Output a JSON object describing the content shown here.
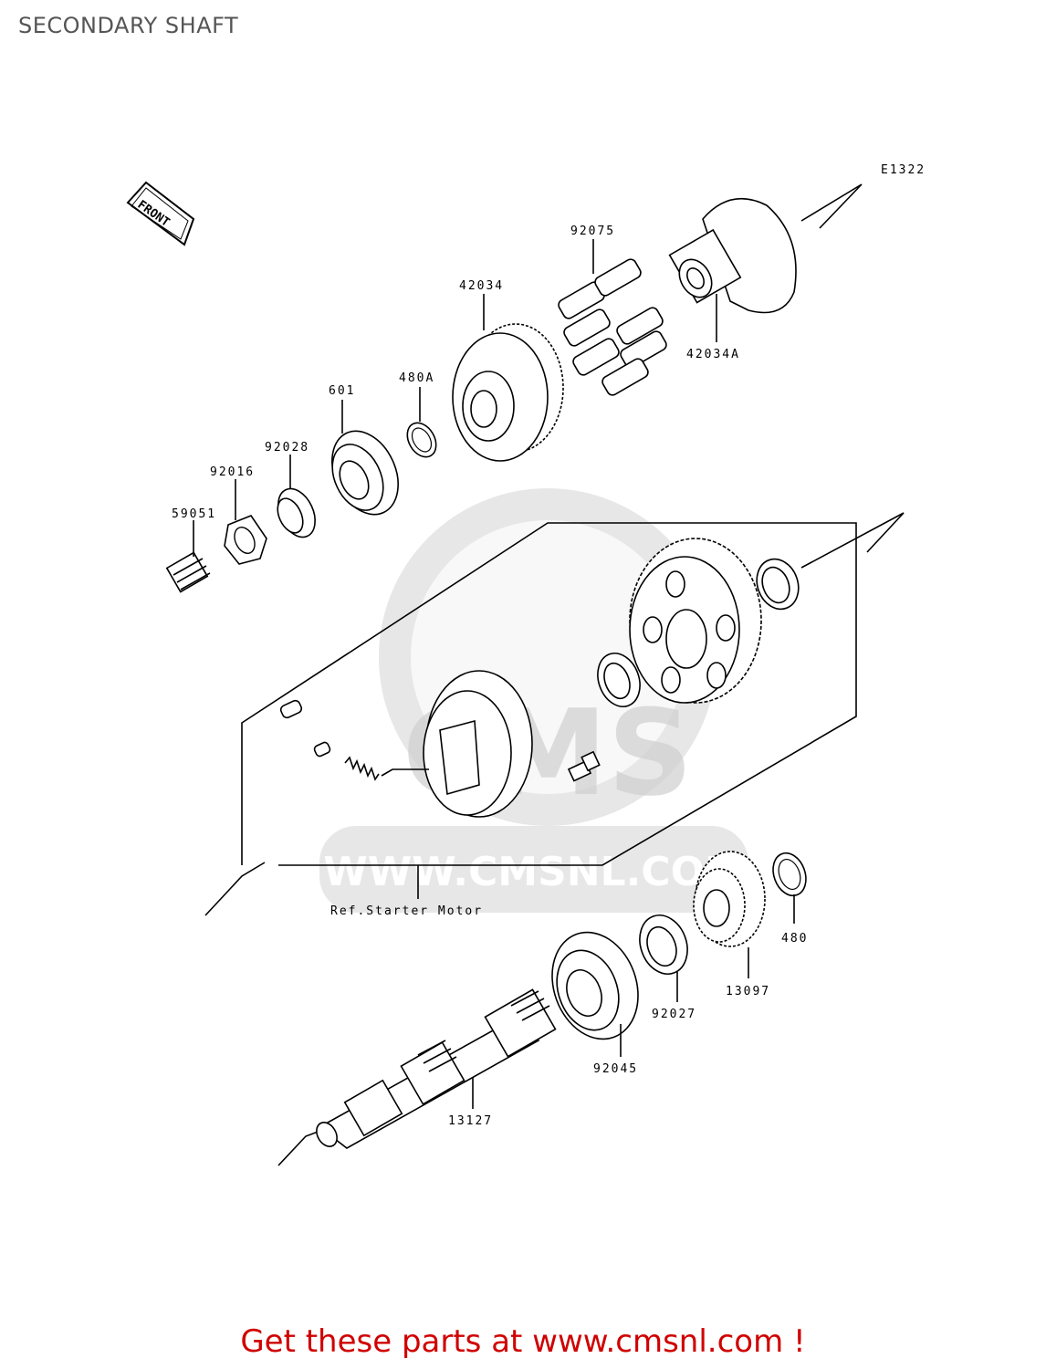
{
  "page": {
    "title": "SECONDARY SHAFT",
    "cta": "Get these parts at www.cmsnl.com !"
  },
  "diagram": {
    "code": "E1322",
    "front_label": "FRONT",
    "ref_note": "Ref.Starter Motor",
    "watermark": {
      "brand": "CMS",
      "url": "WWW.CMSNL.COM"
    },
    "parts": [
      {
        "id": "92075",
        "label": "92075"
      },
      {
        "id": "42034",
        "label": "42034"
      },
      {
        "id": "42034A",
        "label": "42034A"
      },
      {
        "id": "601",
        "label": "601"
      },
      {
        "id": "480A",
        "label": "480A"
      },
      {
        "id": "92028",
        "label": "92028"
      },
      {
        "id": "92016",
        "label": "92016"
      },
      {
        "id": "59051",
        "label": "59051"
      },
      {
        "id": "480",
        "label": "480"
      },
      {
        "id": "13097",
        "label": "13097"
      },
      {
        "id": "92027",
        "label": "92027"
      },
      {
        "id": "92045",
        "label": "92045"
      },
      {
        "id": "13127",
        "label": "13127"
      }
    ]
  }
}
